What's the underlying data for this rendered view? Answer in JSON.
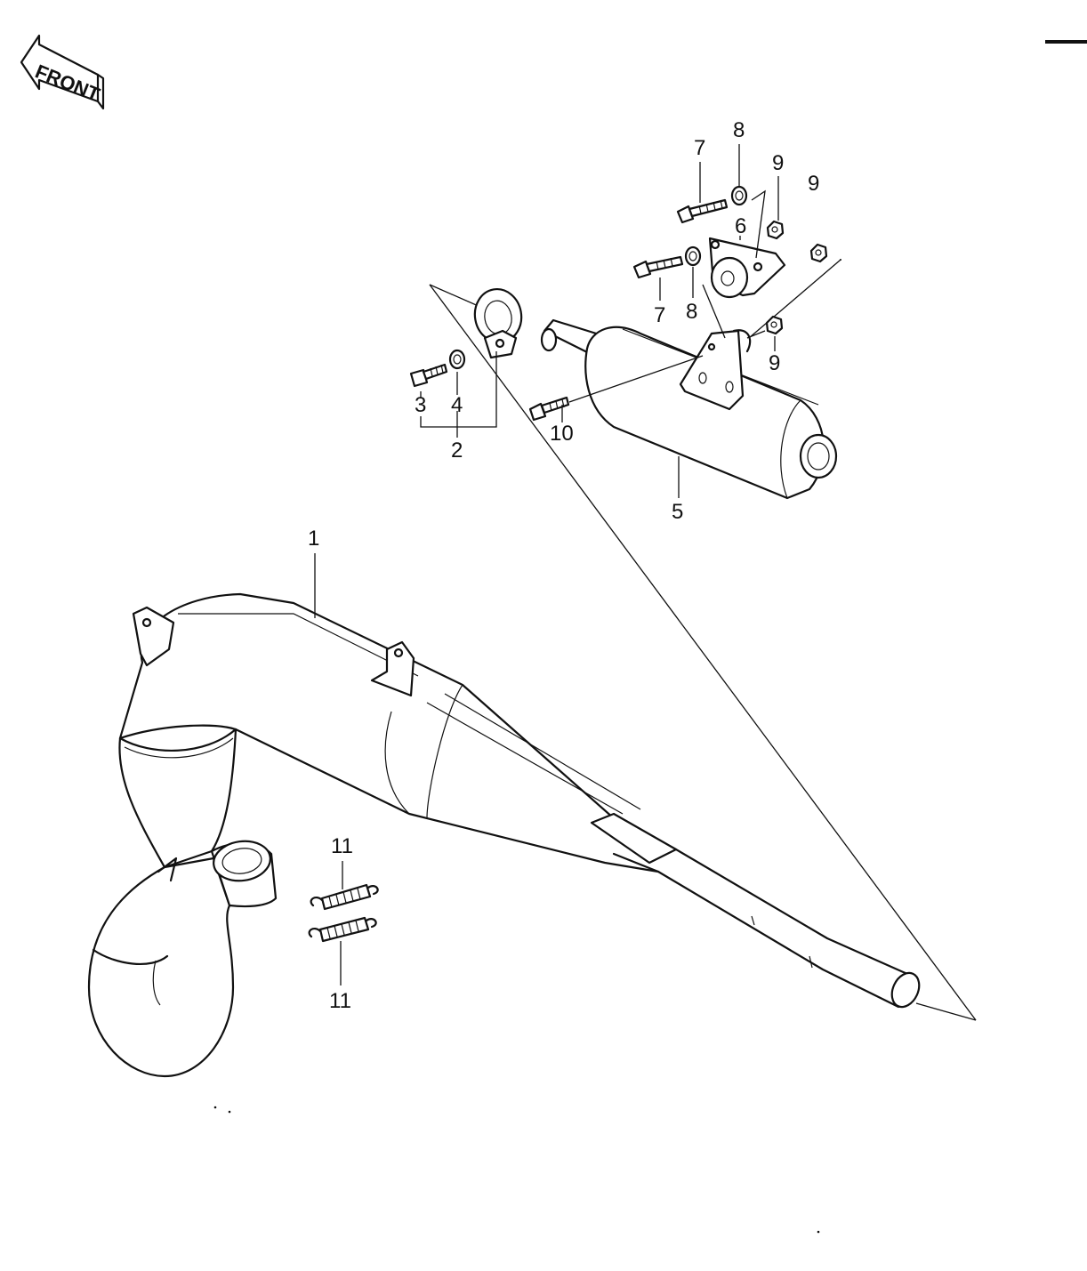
{
  "front_label": "FRONT",
  "callouts": {
    "c1": "1",
    "c2": "2",
    "c3": "3",
    "c4": "4",
    "c5": "5",
    "c6": "6",
    "c7a": "7",
    "c7b": "7",
    "c8a": "8",
    "c8b": "8",
    "c9a": "9",
    "c9b": "9",
    "c9c": "9",
    "c10": "10",
    "c11a": "11",
    "c11b": "11"
  }
}
